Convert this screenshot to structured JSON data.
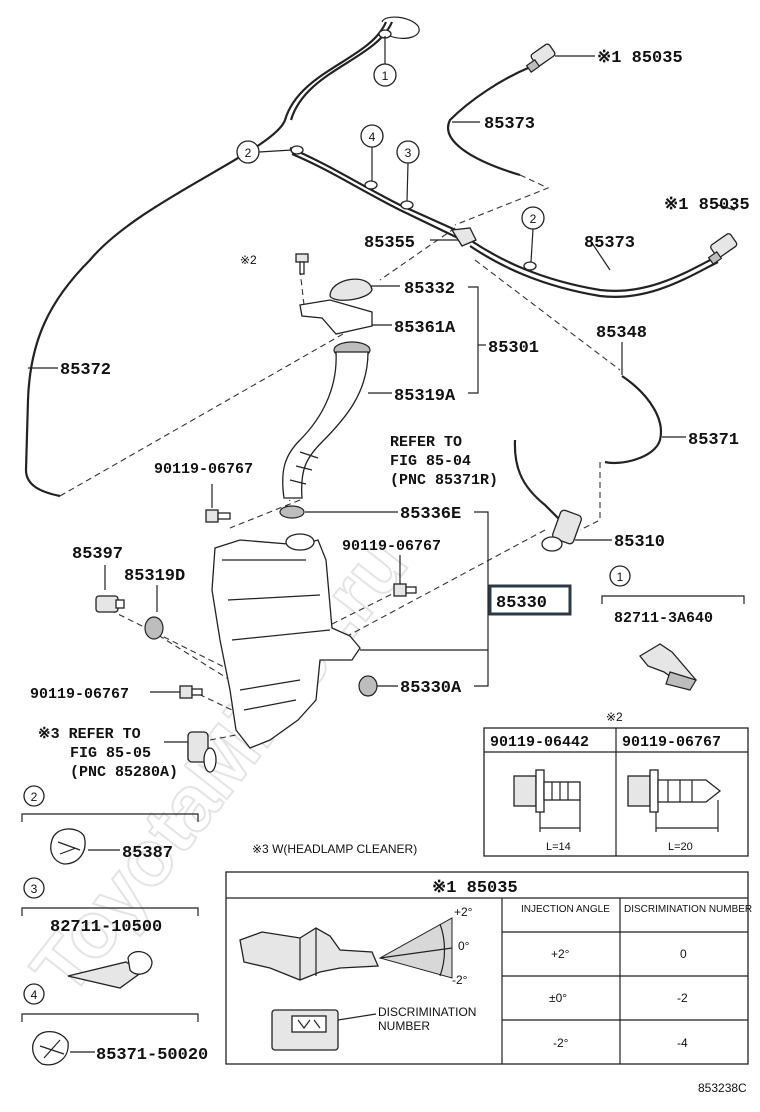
{
  "diagram_code": "853238C",
  "watermark": "ToyotaMiner.ru",
  "labels": {
    "p85035_top": "※1 85035",
    "p85373_top": "85373",
    "p85035_right": "※1 85035",
    "p85373_right": "85373",
    "p85355": "85355",
    "p85332": "85332",
    "p85361a": "85361A",
    "p85301": "85301",
    "p85348": "85348",
    "p85372": "85372",
    "p85319a": "85319A",
    "p85371": "85371",
    "refer1_l1": "REFER TO",
    "refer1_l2": "FIG 85-04",
    "refer1_l3": "(PNC 85371R)",
    "bolt_a": "90119-06767",
    "p85336e": "85336E",
    "p85310": "85310",
    "p85397": "85397",
    "p85319d": "85319D",
    "bolt_b": "90119-06767",
    "p85330": "85330",
    "p827113a640": "82711-3A640",
    "bolt_c": "90119-06767",
    "p85330a": "85330A",
    "refer2_l1": "※3 REFER TO",
    "refer2_l2": "FIG 85-05",
    "refer2_l3": "(PNC 85280A)",
    "p85387": "85387",
    "note_w": "※3 W(HEADLAMP CLEANER)",
    "p8271110500": "82711-10500",
    "p8537150020": "85371-50020",
    "mark2": "※2",
    "mark2_table": "※2"
  },
  "callouts": [
    "1",
    "2",
    "3",
    "4",
    "2"
  ],
  "legend_callouts": [
    "1",
    "2",
    "3",
    "4"
  ],
  "bolt_table": {
    "headers": [
      "90119-06442",
      "90119-06767"
    ],
    "lengths": [
      "L=14",
      "L=20"
    ]
  },
  "nozzle_table": {
    "title": "※1 85035",
    "col_headers": [
      "INJECTION ANGLE",
      "DISCRIMINATION NUMBER"
    ],
    "rows": [
      {
        "angle": "+2°",
        "number": "0"
      },
      {
        "angle": "±0°",
        "number": "-2"
      },
      {
        "angle": "-2°",
        "number": "-4"
      }
    ],
    "angle_marks": [
      "+2°",
      "0°",
      "-2°"
    ],
    "discrimination_label_l1": "DISCRIMINATION",
    "discrimination_label_l2": "NUMBER"
  }
}
